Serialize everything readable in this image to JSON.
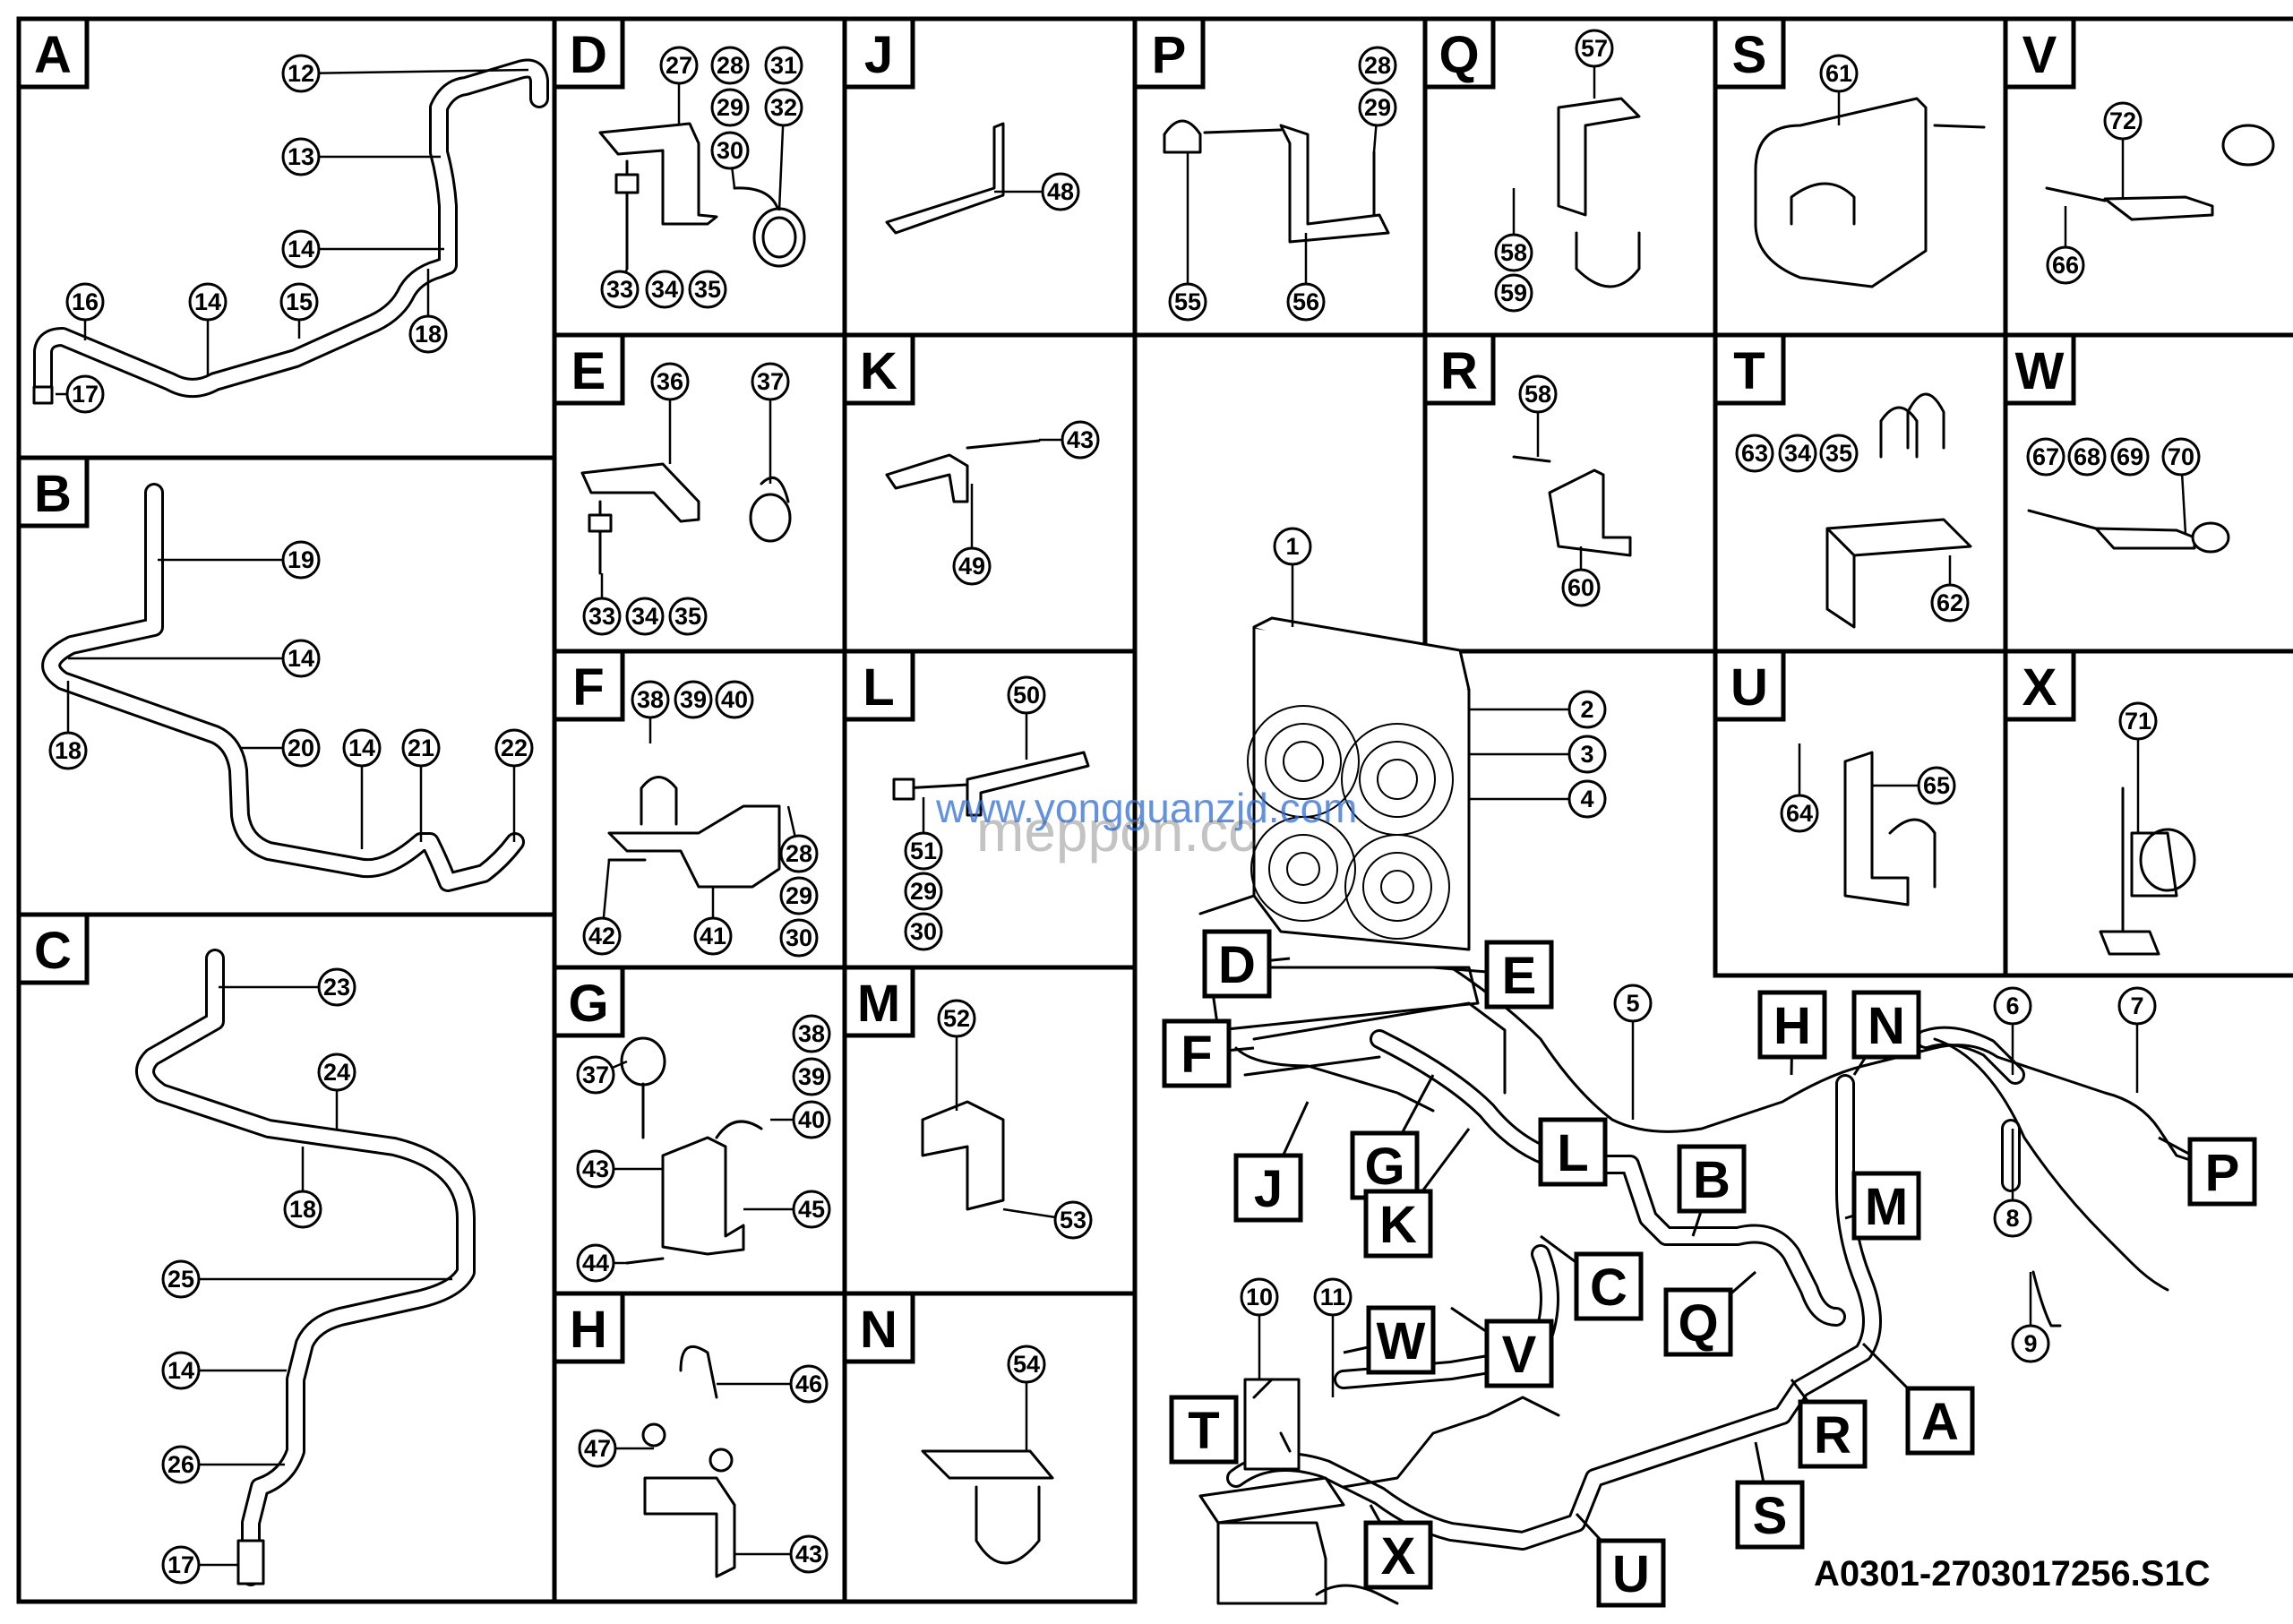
{
  "diagram_code": "A0301-2703017256.S1C",
  "watermark": {
    "line1": "www.yongguanzjd.com",
    "line2": "meppon.cc"
  },
  "panels": [
    {
      "id": "A",
      "label": "A",
      "items": [
        "12",
        "13",
        "14",
        "16",
        "14",
        "15",
        "18",
        "17"
      ]
    },
    {
      "id": "B",
      "label": "B",
      "items": [
        "19",
        "14",
        "18",
        "20",
        "14",
        "21",
        "22"
      ]
    },
    {
      "id": "C",
      "label": "C",
      "items": [
        "23",
        "24",
        "18",
        "25",
        "14",
        "26",
        "17"
      ]
    },
    {
      "id": "D",
      "label": "D",
      "items": [
        "27",
        "28",
        "29",
        "30",
        "31",
        "32",
        "33",
        "34",
        "35"
      ]
    },
    {
      "id": "E",
      "label": "E",
      "items": [
        "36",
        "37",
        "33",
        "34",
        "35"
      ]
    },
    {
      "id": "F",
      "label": "F",
      "items": [
        "38",
        "39",
        "40",
        "28",
        "29",
        "30",
        "42",
        "41"
      ]
    },
    {
      "id": "G",
      "label": "G",
      "items": [
        "38",
        "39",
        "37",
        "40",
        "43",
        "45",
        "44"
      ]
    },
    {
      "id": "H",
      "label": "H",
      "items": [
        "46",
        "47",
        "43"
      ]
    },
    {
      "id": "J",
      "label": "J",
      "items": [
        "48"
      ]
    },
    {
      "id": "K",
      "label": "K",
      "items": [
        "43",
        "49"
      ]
    },
    {
      "id": "L",
      "label": "L",
      "items": [
        "50",
        "51",
        "29",
        "30"
      ]
    },
    {
      "id": "M",
      "label": "M",
      "items": [
        "52",
        "53"
      ]
    },
    {
      "id": "N",
      "label": "N",
      "items": [
        "54"
      ]
    },
    {
      "id": "P",
      "label": "P",
      "items": [
        "28",
        "29",
        "55",
        "56"
      ]
    },
    {
      "id": "Q",
      "label": "Q",
      "items": [
        "57",
        "58",
        "59"
      ]
    },
    {
      "id": "R",
      "label": "R",
      "items": [
        "58",
        "60"
      ]
    },
    {
      "id": "S",
      "label": "S",
      "items": [
        "61"
      ]
    },
    {
      "id": "T",
      "label": "T",
      "items": [
        "63",
        "34",
        "35",
        "62"
      ]
    },
    {
      "id": "U",
      "label": "U",
      "items": [
        "64",
        "65"
      ]
    },
    {
      "id": "V",
      "label": "V",
      "items": [
        "72",
        "66"
      ]
    },
    {
      "id": "W",
      "label": "W",
      "items": [
        "67",
        "68",
        "69",
        "70"
      ]
    },
    {
      "id": "X",
      "label": "X",
      "items": [
        "71"
      ]
    }
  ],
  "main": {
    "items": [
      "1",
      "2",
      "3",
      "4",
      "5",
      "6",
      "7",
      "8",
      "9",
      "10",
      "11"
    ],
    "callouts": [
      "D",
      "E",
      "F",
      "J",
      "G",
      "K",
      "L",
      "B",
      "C",
      "V",
      "W",
      "T",
      "X",
      "U",
      "S",
      "R",
      "A",
      "Q",
      "M",
      "H",
      "N",
      "P"
    ]
  }
}
